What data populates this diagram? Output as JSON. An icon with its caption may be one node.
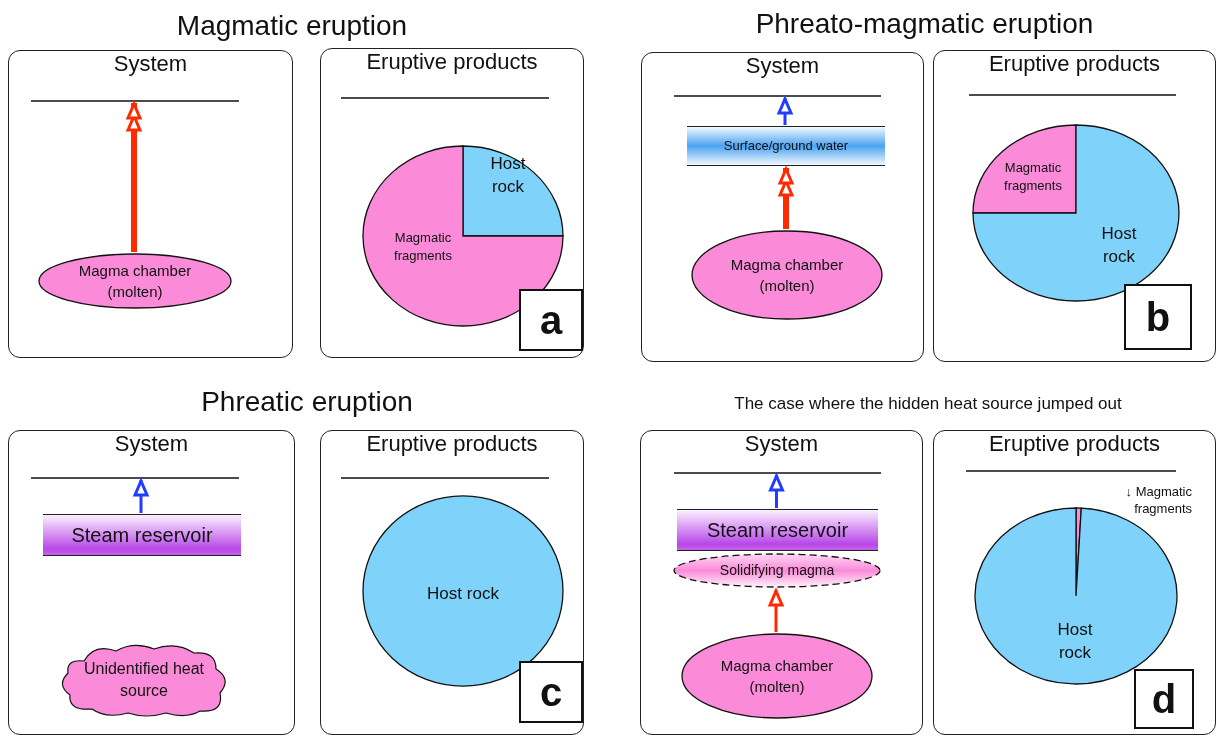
{
  "diagram": {
    "nodes": [
      {
        "text": [
          "System"
        ]
      },
      {
        "text": [
          "Magma chamber (molten)"
        ],
        "in": 0
      },
      {
        "text": [
          "Eruptive products"
        ]
      },
      {
        "text": [
          "Host rock"
        ],
        "in": 2
      },
      {
        "text": [
          "Magmatic fragments"
        ],
        "in": 2
      },
      {
        "text": [
          "a"
        ],
        "in": 2
      },
      {
        "text": [
          "System"
        ]
      },
      {
        "text": [
          "Surface/ground water"
        ],
        "in": 6
      },
      {
        "text": [
          "Magma chamber (molten)"
        ],
        "in": 6
      },
      {
        "text": [
          "Eruptive products"
        ]
      },
      {
        "text": [
          "Magmatic fragments"
        ],
        "in": 9
      },
      {
        "text": [
          "Host rock"
        ],
        "in": 9
      },
      {
        "text": [
          "b"
        ],
        "in": 9
      },
      {
        "text": [
          "System"
        ]
      },
      {
        "text": [
          "Steam reservoir"
        ],
        "in": 13
      },
      {
        "text": [
          "Unidentified heat source"
        ],
        "in": 13
      },
      {
        "text": [
          "Eruptive products"
        ]
      },
      {
        "text": [
          "Host rock"
        ],
        "in": 16
      },
      {
        "text": [
          "c"
        ],
        "in": 16
      },
      {
        "text": [
          "System"
        ]
      },
      {
        "text": [
          "Steam reservoir"
        ],
        "in": 19
      },
      {
        "text": [
          "Solidifying magma"
        ],
        "in": 19
      },
      {
        "text": [
          "Magma chamber (molten)"
        ],
        "in": 19
      },
      {
        "text": [
          "Eruptive products"
        ]
      },
      {
        "text": [
          "↓ Magmatic fragments"
        ],
        "in": 23
      },
      {
        "text": [
          "Host rock"
        ],
        "in": 23
      },
      {
        "text": [
          "d"
        ],
        "in": 23
      }
    ],
    "edges": [
      {
        "from": 1,
        "to": null,
        "arrow": "to",
        "style": "thick",
        "color": "#ff2a00"
      },
      {
        "from": 8,
        "to": 7,
        "arrow": "to",
        "style": "thick",
        "color": "#ff2a00"
      },
      {
        "from": 7,
        "to": null,
        "arrow": "to",
        "color": "#1f3dff"
      },
      {
        "from": 14,
        "to": null,
        "arrow": "to",
        "color": "#1f3dff"
      },
      {
        "from": 22,
        "to": 21,
        "arrow": "to",
        "color": "#ff2a00"
      },
      {
        "from": 20,
        "to": null,
        "arrow": "to",
        "color": "#1f3dff"
      }
    ],
    "labels": [
      "Magmatic eruption",
      "Phreato-magmatic eruption",
      "Phreatic eruption",
      "The case where the hidden heat source jumped out"
    ]
  }
}
